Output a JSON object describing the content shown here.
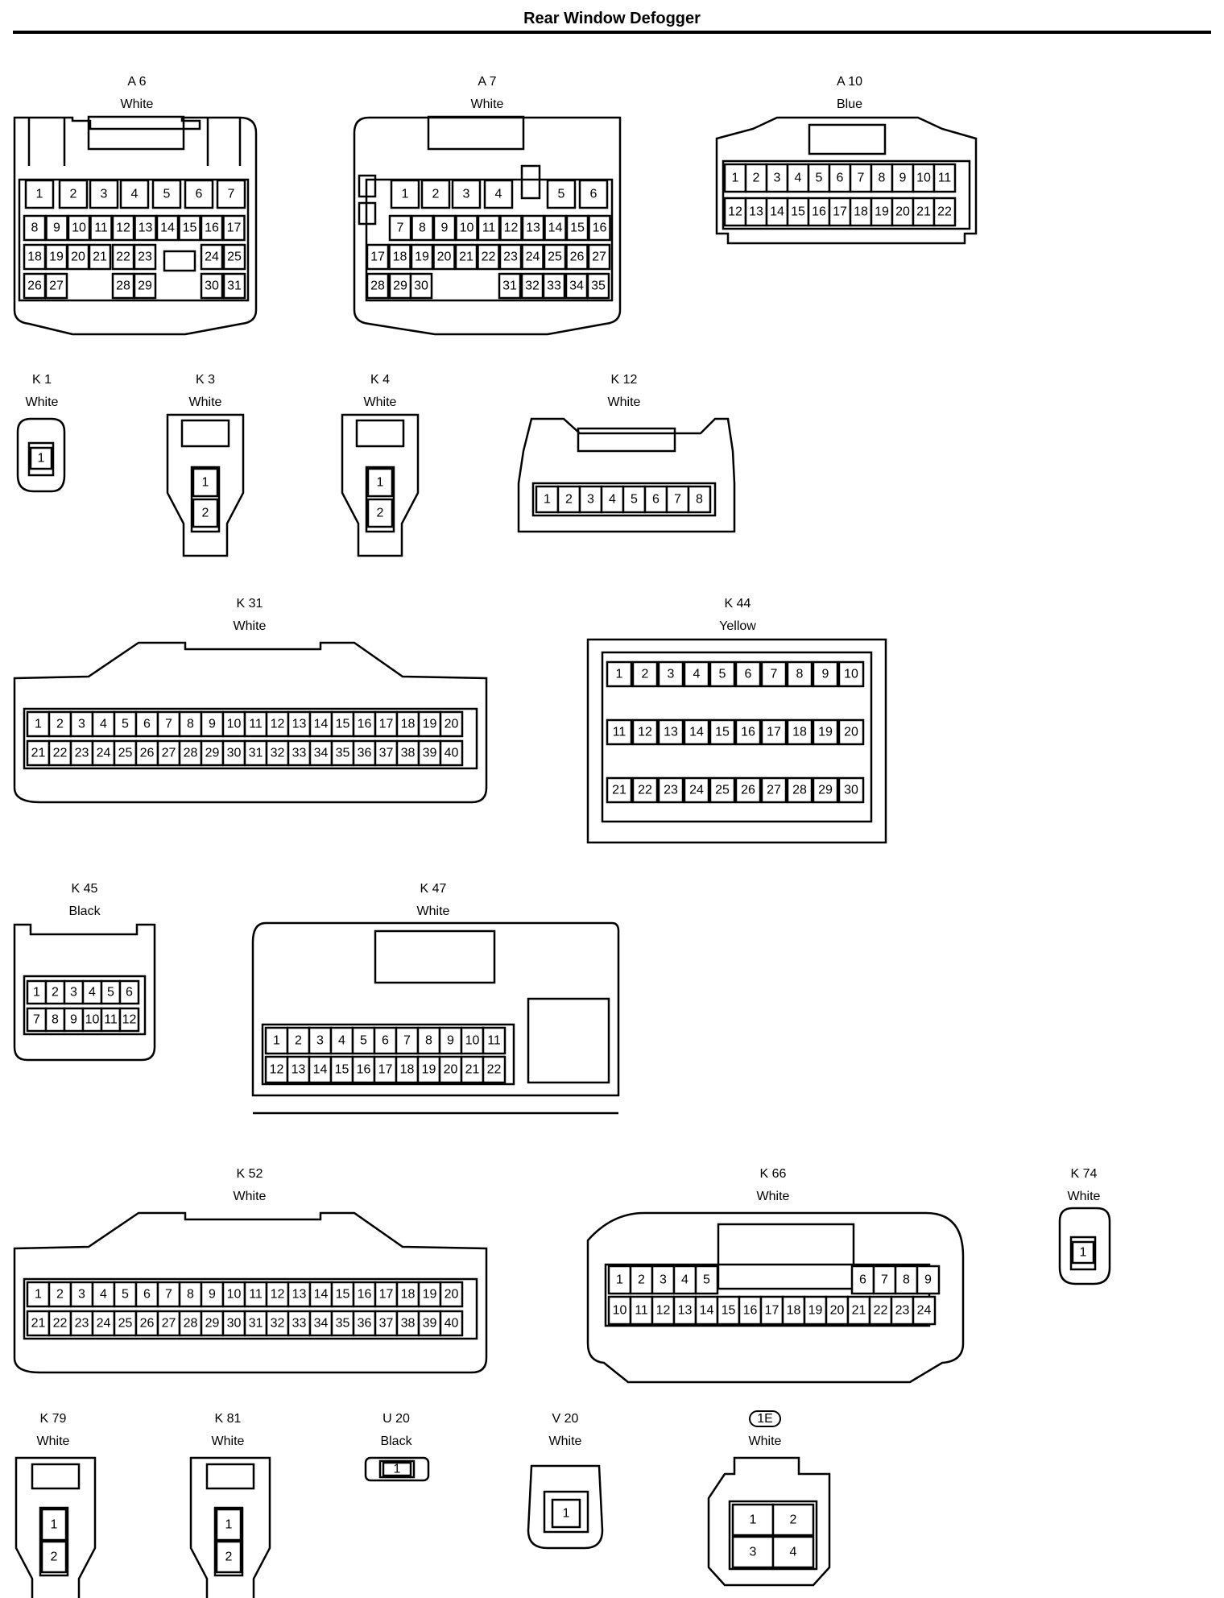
{
  "title": "Rear Window Defogger",
  "connectors": {
    "A6": {
      "id": "A 6",
      "color": "White"
    },
    "A7": {
      "id": "A 7",
      "color": "White"
    },
    "A10": {
      "id": "A 10",
      "color": "Blue"
    },
    "K1": {
      "id": "K 1",
      "color": "White"
    },
    "K3": {
      "id": "K 3",
      "color": "White"
    },
    "K4": {
      "id": "K 4",
      "color": "White"
    },
    "K12": {
      "id": "K 12",
      "color": "White"
    },
    "K31": {
      "id": "K 31",
      "color": "White"
    },
    "K44": {
      "id": "K 44",
      "color": "Yellow"
    },
    "K45": {
      "id": "K 45",
      "color": "Black"
    },
    "K47": {
      "id": "K 47",
      "color": "White"
    },
    "K52": {
      "id": "K 52",
      "color": "White"
    },
    "K66": {
      "id": "K 66",
      "color": "White"
    },
    "K74": {
      "id": "K 74",
      "color": "White"
    },
    "K79": {
      "id": "K 79",
      "color": "White"
    },
    "K81": {
      "id": "K 81",
      "color": "White"
    },
    "U20": {
      "id": "U 20",
      "color": "Black"
    },
    "V20": {
      "id": "V 20",
      "color": "White"
    },
    "1E": {
      "id": "1E",
      "color": "White"
    }
  },
  "pins": {
    "A6": [
      [
        "1",
        "2",
        "3",
        "4",
        "5",
        "6",
        "7"
      ],
      [
        "8",
        "9",
        "10",
        "11",
        "12",
        "13",
        "14",
        "15",
        "16",
        "17"
      ],
      [
        "18",
        "19",
        "20",
        "21",
        "22",
        "23",
        "24",
        "25"
      ],
      [
        "26",
        "27",
        "28",
        "29",
        "30",
        "31"
      ]
    ],
    "A7": [
      [
        "1",
        "2",
        "3",
        "4",
        "5",
        "6"
      ],
      [
        "7",
        "8",
        "9",
        "10",
        "11",
        "12",
        "13",
        "14",
        "15",
        "16"
      ],
      [
        "17",
        "18",
        "19",
        "20",
        "21",
        "22",
        "23",
        "24",
        "25",
        "26",
        "27"
      ],
      [
        "28",
        "29",
        "30",
        "31",
        "32",
        "33",
        "34",
        "35"
      ]
    ],
    "A10": [
      [
        "1",
        "2",
        "3",
        "4",
        "5",
        "6",
        "7",
        "8",
        "9",
        "10",
        "11"
      ],
      [
        "12",
        "13",
        "14",
        "15",
        "16",
        "17",
        "18",
        "19",
        "20",
        "21",
        "22"
      ]
    ],
    "K1": [
      [
        "1"
      ]
    ],
    "K3": [
      [
        "1"
      ],
      [
        "2"
      ]
    ],
    "K4": [
      [
        "1"
      ],
      [
        "2"
      ]
    ],
    "K12": [
      [
        "1",
        "2",
        "3",
        "4",
        "5",
        "6",
        "7",
        "8"
      ]
    ],
    "K31": [
      [
        "1",
        "2",
        "3",
        "4",
        "5",
        "6",
        "7",
        "8",
        "9",
        "10",
        "11",
        "12",
        "13",
        "14",
        "15",
        "16",
        "17",
        "18",
        "19",
        "20"
      ],
      [
        "21",
        "22",
        "23",
        "24",
        "25",
        "26",
        "27",
        "28",
        "29",
        "30",
        "31",
        "32",
        "33",
        "34",
        "35",
        "36",
        "37",
        "38",
        "39",
        "40"
      ]
    ],
    "K44": [
      [
        "1",
        "2",
        "3",
        "4",
        "5",
        "6",
        "7",
        "8",
        "9",
        "10"
      ],
      [
        "11",
        "12",
        "13",
        "14",
        "15",
        "16",
        "17",
        "18",
        "19",
        "20"
      ],
      [
        "21",
        "22",
        "23",
        "24",
        "25",
        "26",
        "27",
        "28",
        "29",
        "30"
      ]
    ],
    "K45": [
      [
        "1",
        "2",
        "3",
        "4",
        "5",
        "6"
      ],
      [
        "7",
        "8",
        "9",
        "10",
        "11",
        "12"
      ]
    ],
    "K47": [
      [
        "1",
        "2",
        "3",
        "4",
        "5",
        "6",
        "7",
        "8",
        "9",
        "10",
        "11"
      ],
      [
        "12",
        "13",
        "14",
        "15",
        "16",
        "17",
        "18",
        "19",
        "20",
        "21",
        "22"
      ]
    ],
    "K52": [
      [
        "1",
        "2",
        "3",
        "4",
        "5",
        "6",
        "7",
        "8",
        "9",
        "10",
        "11",
        "12",
        "13",
        "14",
        "15",
        "16",
        "17",
        "18",
        "19",
        "20"
      ],
      [
        "21",
        "22",
        "23",
        "24",
        "25",
        "26",
        "27",
        "28",
        "29",
        "30",
        "31",
        "32",
        "33",
        "34",
        "35",
        "36",
        "37",
        "38",
        "39",
        "40"
      ]
    ],
    "K66": [
      [
        "1",
        "2",
        "3",
        "4",
        "5",
        "6",
        "7",
        "8",
        "9"
      ],
      [
        "10",
        "11",
        "12",
        "13",
        "14",
        "15",
        "16",
        "17",
        "18",
        "19",
        "20",
        "21",
        "22",
        "23",
        "24"
      ]
    ],
    "K74": [
      [
        "1"
      ]
    ],
    "K79": [
      [
        "1"
      ],
      [
        "2"
      ]
    ],
    "K81": [
      [
        "1"
      ],
      [
        "2"
      ]
    ],
    "U20": [
      [
        "1"
      ]
    ],
    "V20": [
      [
        "1"
      ]
    ],
    "1E": [
      [
        "1",
        "2"
      ],
      [
        "3",
        "4"
      ]
    ]
  }
}
